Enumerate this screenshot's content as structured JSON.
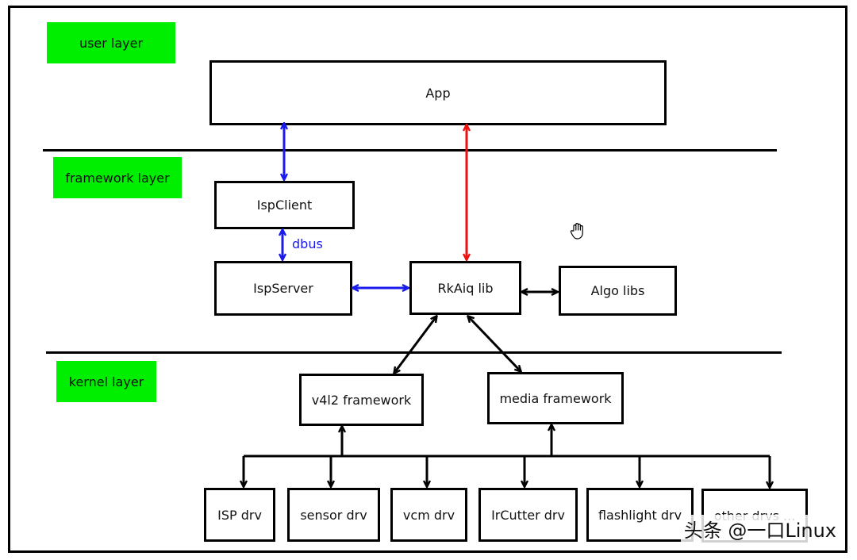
{
  "layers": {
    "user": "user layer",
    "framework": "framework layer",
    "kernel": "kernel layer"
  },
  "boxes": {
    "app": "App",
    "ispclient": "IspClient",
    "ispserver": "IspServer",
    "rkaiq": "RkAiq lib",
    "algo": "Algo libs",
    "v4l2": "v4l2 framework",
    "media": "media framework",
    "isp_drv": "ISP drv",
    "sensor_drv": "sensor drv",
    "vcm_drv": "vcm drv",
    "ircutter_drv": "IrCutter drv",
    "flashlight_drv": "flashlight drv",
    "other_drvs": "other drvs ..."
  },
  "connectors": {
    "dbus": "dbus"
  },
  "colors": {
    "layer_tag": "#00ee00",
    "blue_arrow": "#1a1aee",
    "red_arrow": "#ee1111",
    "black_arrow": "#000000"
  },
  "watermark": "头条 @一口Linux"
}
